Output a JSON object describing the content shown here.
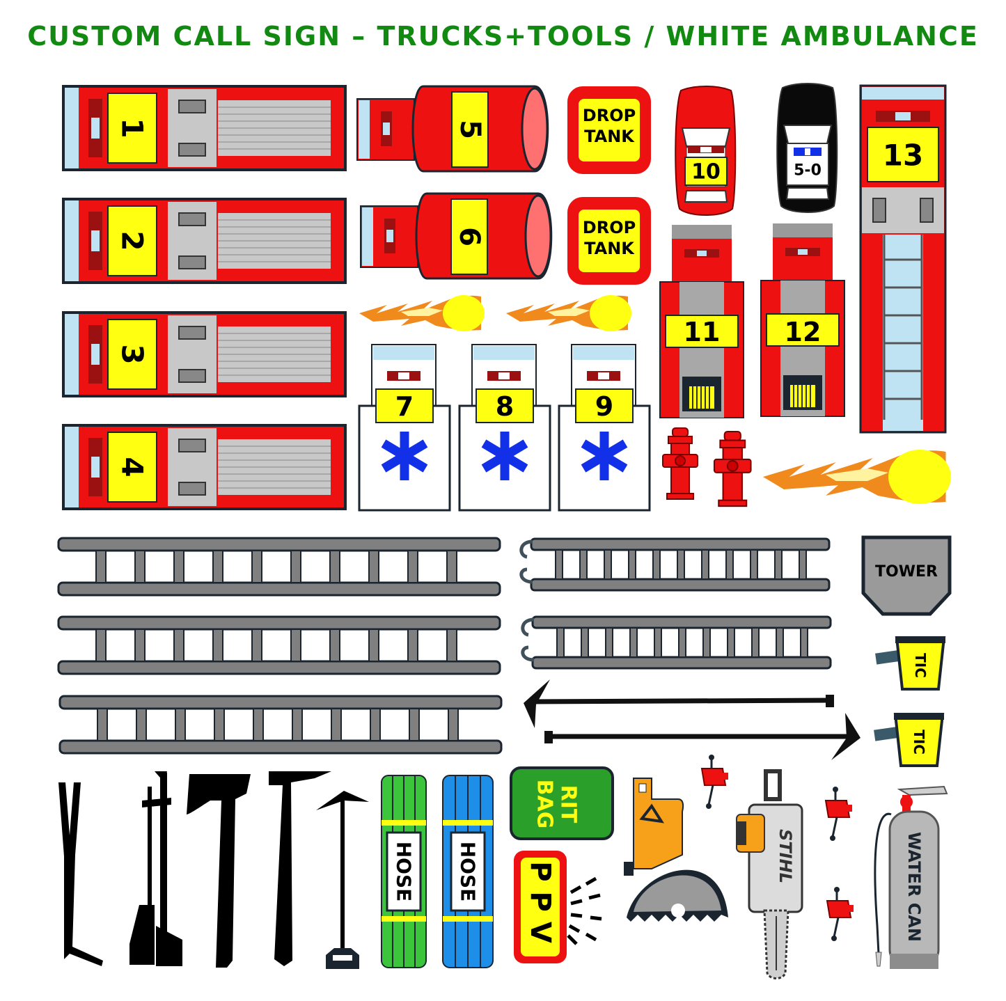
{
  "header": {
    "title": "CUSTOM CALL SIGN – TRUCKS+TOOLS / WHITE AMBULANCE"
  },
  "colors": {
    "title": "#128a12",
    "red": "#ee1111",
    "yellow": "#ffff11",
    "gray": "#c8c8c8",
    "light_blue": "#bfe3f3",
    "dark_red": "#9b1010",
    "dark": "#1a2530",
    "ladder_gray": "#808080",
    "star_blue": "#1230e8",
    "green": "#3cc43c",
    "blue": "#1e8fe8"
  },
  "pumpers": [
    {
      "number": "1"
    },
    {
      "number": "2"
    },
    {
      "number": "3"
    },
    {
      "number": "4"
    }
  ],
  "tankers": [
    {
      "number": "5"
    },
    {
      "number": "6"
    }
  ],
  "drop_tanks": [
    {
      "label_1": "DROP",
      "label_2": "TANK"
    },
    {
      "label_1": "DROP",
      "label_2": "TANK"
    }
  ],
  "ambulances": [
    {
      "number": "7"
    },
    {
      "number": "8"
    },
    {
      "number": "9"
    }
  ],
  "chief_car": {
    "number": "10"
  },
  "police_car": {
    "number": "5-0"
  },
  "rescues": [
    {
      "number": "11"
    },
    {
      "number": "12"
    }
  ],
  "ladder_truck": {
    "number": "13"
  },
  "tower": {
    "label": "TOWER"
  },
  "tic": [
    {
      "label": "TIC"
    },
    {
      "label": "TIC"
    }
  ],
  "hose": [
    {
      "label": "HOSE",
      "color": "green"
    },
    {
      "label": "HOSE",
      "color": "blue"
    }
  ],
  "rit_bag": {
    "label_1": "RIT",
    "label_2": "BAG"
  },
  "ppv": {
    "label": "PPV"
  },
  "chainsaw": {
    "brand": "STIHL"
  },
  "water_can": {
    "label": "WATER CAN"
  },
  "icons": [
    "fire-hydrant-icon",
    "flame-icon",
    "ladder-icon",
    "axe-icon",
    "halligan-icon",
    "pike-pole-icon",
    "chainsaw-icon",
    "rotary-saw-icon",
    "extinguisher-icon",
    "radio-icon"
  ]
}
